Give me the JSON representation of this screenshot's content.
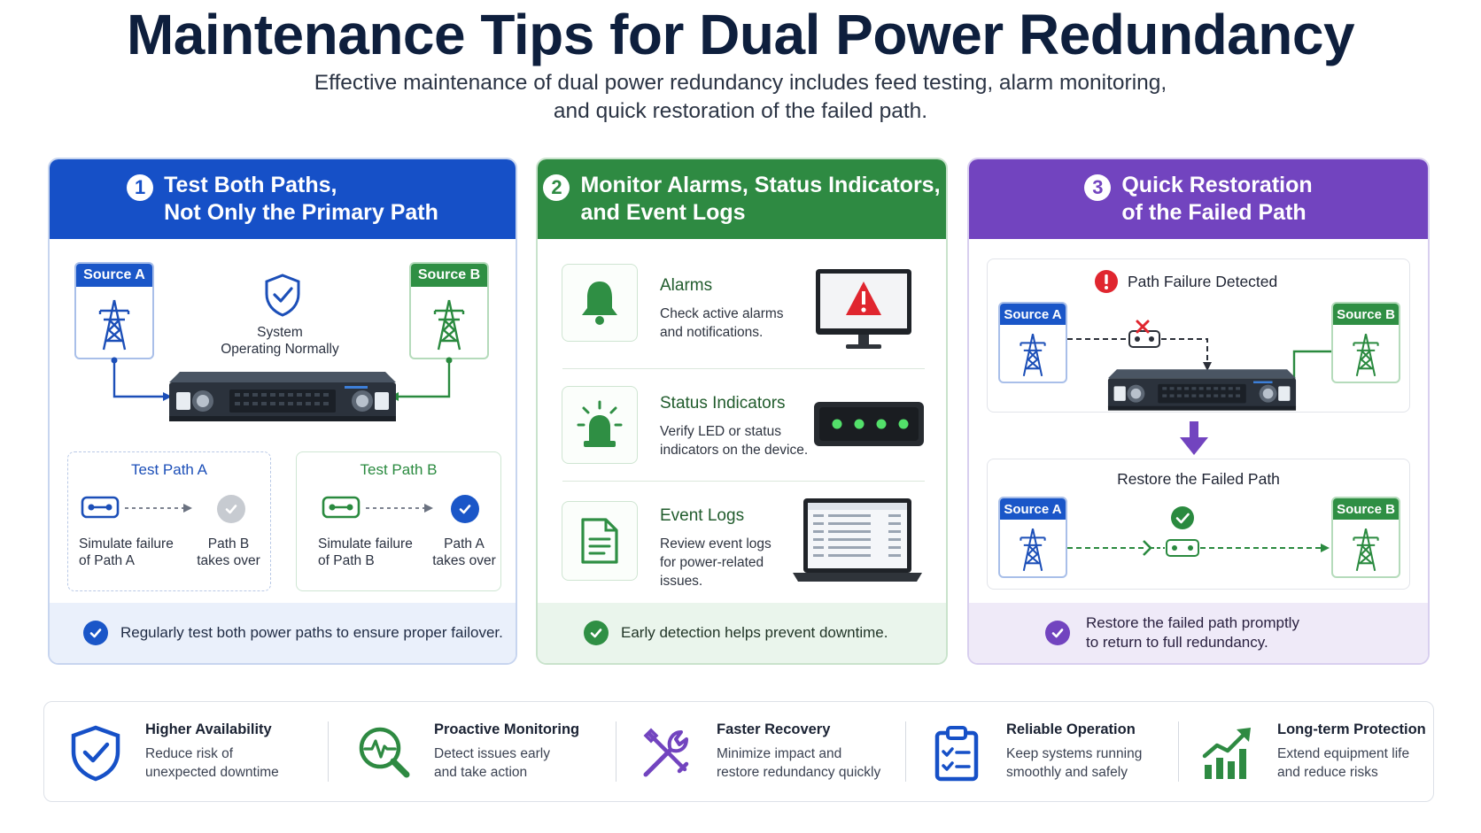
{
  "header": {
    "title": "Maintenance Tips for Dual Power Redundancy",
    "subtitle_line1": "Effective maintenance of dual power redundancy includes feed testing, alarm monitoring,",
    "subtitle_line2": "and quick restoration of the failed path."
  },
  "colors": {
    "blue": "#1650c7",
    "green": "#2e8a42",
    "purple": "#7244bf",
    "alert_red": "#e0262f"
  },
  "panel1": {
    "number": "1",
    "title_line1": "Test Both Paths,",
    "title_line2": "Not Only the Primary Path",
    "source_a": "Source A",
    "source_b": "Source B",
    "system_line1": "System",
    "system_line2": "Operating Normally",
    "test_a": {
      "title": "Test Path A",
      "left_line1": "Simulate failure",
      "left_line2": "of Path A",
      "right_line1": "Path B",
      "right_line2": "takes over"
    },
    "test_b": {
      "title": "Test Path B",
      "left_line1": "Simulate failure",
      "left_line2": "of Path B",
      "right_line1": "Path A",
      "right_line2": "takes over"
    },
    "footer": "Regularly test both power paths to ensure proper failover."
  },
  "panel2": {
    "number": "2",
    "title_line1": "Monitor Alarms, Status Indicators,",
    "title_line2": "and Event Logs",
    "alarms": {
      "title": "Alarms",
      "desc_line1": "Check active alarms",
      "desc_line2": "and notifications.",
      "icon": "bell-icon"
    },
    "status": {
      "title": "Status Indicators",
      "desc_line1": "Verify LED or status",
      "desc_line2": "indicators on the device.",
      "icon": "beacon-icon"
    },
    "logs": {
      "title": "Event Logs",
      "desc_line1": "Review event logs",
      "desc_line2": "for power-related",
      "desc_line3": "issues.",
      "icon": "document-icon"
    },
    "footer": "Early detection helps prevent downtime."
  },
  "panel3": {
    "number": "3",
    "title_line1": "Quick Restoration",
    "title_line2": "of the Failed Path",
    "failure_title": "Path Failure Detected",
    "restore_title": "Restore the Failed Path",
    "source_a": "Source A",
    "source_b": "Source B",
    "footer_line1": "Restore the failed path promptly",
    "footer_line2": "to return to full redundancy."
  },
  "benefits": [
    {
      "title": "Higher Availability",
      "line1": "Reduce risk of",
      "line2": "unexpected downtime",
      "icon": "shield-check-icon",
      "color": "#1650c7"
    },
    {
      "title": "Proactive Monitoring",
      "line1": "Detect issues early",
      "line2": "and take action",
      "icon": "magnifier-pulse-icon",
      "color": "#2e8a42"
    },
    {
      "title": "Faster Recovery",
      "line1": "Minimize impact and",
      "line2": "restore redundancy quickly",
      "icon": "tools-icon",
      "color": "#7244bf"
    },
    {
      "title": "Reliable Operation",
      "line1": "Keep systems running",
      "line2": "smoothly and safely",
      "icon": "clipboard-check-icon",
      "color": "#1650c7"
    },
    {
      "title": "Long-term Protection",
      "line1": "Extend equipment life",
      "line2": "and reduce risks",
      "icon": "growth-chart-icon",
      "color": "#2e8a42"
    }
  ]
}
